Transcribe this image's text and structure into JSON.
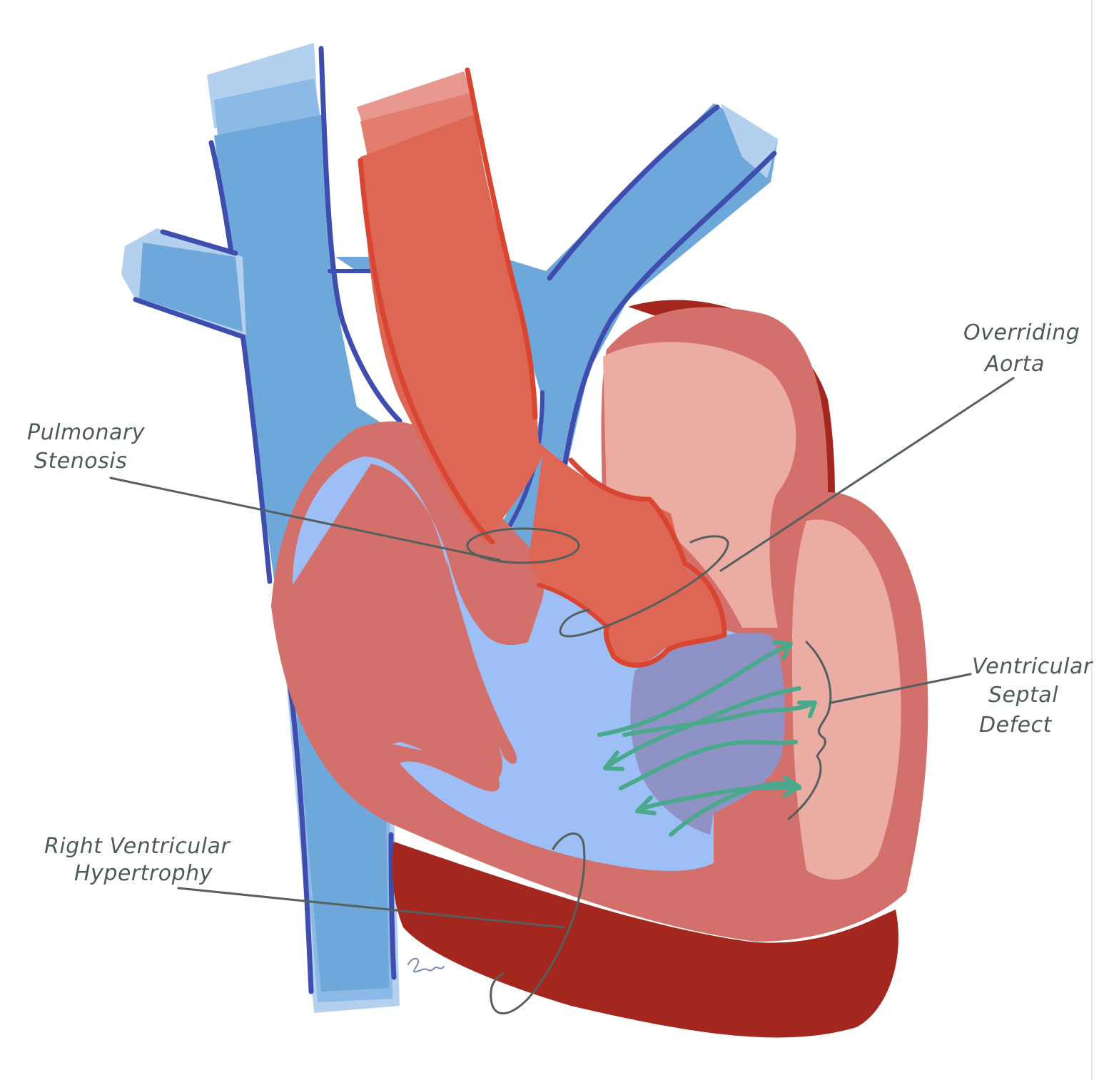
{
  "labels": {
    "pulmonary_stenosis": [
      "Pulmonary",
      "Stenosis"
    ],
    "overriding_aorta": [
      "Overriding",
      "Aorta"
    ],
    "ventricular_septal_defect": [
      "Ventricular",
      "Septal",
      "Defect"
    ],
    "right_ventricular_hypertrophy": [
      "Right Ventricular",
      "Hypertrophy"
    ]
  },
  "colors": {
    "deoxygenated_blood": "#6ea8da",
    "vessel_outline_blue": "#3f4eae",
    "vessel_tip_light_blue": "#b3d1ee",
    "oxygenated_blood": "#de6655",
    "aorta_outline": "#d84631",
    "heart_wall": "#d4706b",
    "heart_outer_dark": "#a3271f",
    "left_chamber": "#ebaca3",
    "right_chamber": "#9dbff5",
    "septal_defect_mix": "#8f92c4",
    "flow_arrows": "#4aa98c",
    "annotation": "#4e5a58"
  }
}
